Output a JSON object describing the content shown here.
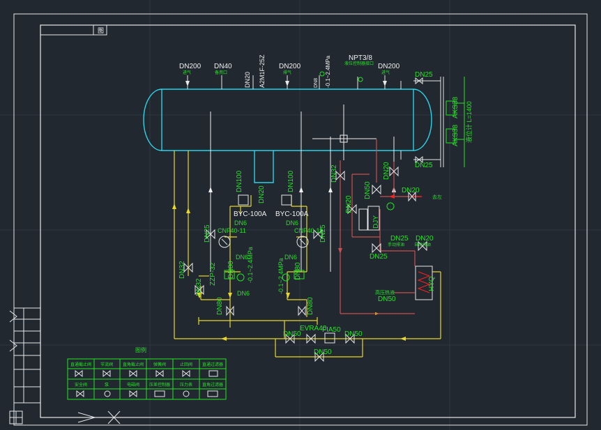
{
  "drawing": {
    "title_block_label": "图",
    "legend_title": "图例",
    "legend": {
      "row1": [
        "直通截止阀",
        "节流阀",
        "直角截止阀",
        "弹簧阀",
        "止回阀",
        "直通过滤器"
      ],
      "row2": [
        "安全阀",
        "泵",
        "电磁阀",
        "压差控制器",
        "压力表",
        "直角过滤器"
      ]
    },
    "top_ports": [
      {
        "size": "DN200",
        "note": "进气"
      },
      {
        "size": "DN40",
        "note": "备用口"
      },
      {
        "size": "DN20",
        "note": "A2M1F-25Z"
      },
      {
        "size": "DN200",
        "note": "排气"
      },
      {
        "size": "DN8",
        "note": "-0.1~2.4MPa"
      },
      {
        "size": "NPT3/8",
        "note": "液位控制器接口"
      },
      {
        "size": "DN200",
        "note": "进气"
      }
    ],
    "labels": {
      "dn25_top": "DN25",
      "dn25_bot": "DN25",
      "ak_a": "AKS38",
      "ak_b": "AKS38",
      "level_gauge": "液位计 L=1400",
      "dn32_left": "DN32",
      "dn32_left2": "DN32",
      "zzp": "ZZP-32",
      "dn25_left": "DN25",
      "cnf_left": "CNF40-11",
      "cnf_right": "CNF40-11",
      "dn6_a": "DN6",
      "dn6_b": "DN6",
      "dn6_c": "DN6",
      "dn6_d": "DN6",
      "dn6_e": "DN6",
      "dn100_l": "DN100",
      "dn100_r": "DN100",
      "dn20_mid": "DN20",
      "byc_l": "BYC-100A",
      "byc_r": "BYC-100A",
      "p_l": "-0.1~2.4MPa",
      "p_r": "-0.1~2.4MPa",
      "dn80_a": "DN80",
      "dn80_b": "DN80",
      "dn80_c": "DN80",
      "dn80_d": "DN80",
      "dn25_r2": "DN25",
      "dn32_mid": "DN32",
      "dn50_v": "DN50",
      "dn20_v": "DN20",
      "dn20_v2": "DN20",
      "djy": "DJY",
      "dn20_h": "DN20",
      "to_left": "去左",
      "dn25_a": "DN25",
      "dn25_note": "手动排油",
      "dn25_b": "DN25",
      "dn20_c": "DN20",
      "dn20_note": "自动排油",
      "hyq": "HYQ",
      "hot_gas": "高压热液",
      "dn50_hg": "DN50",
      "evra": "EVRA40",
      "fia": "FIA50",
      "dn50_l": "DN50",
      "dn50_r": "DN50",
      "dn50_bot": "DN50"
    }
  }
}
